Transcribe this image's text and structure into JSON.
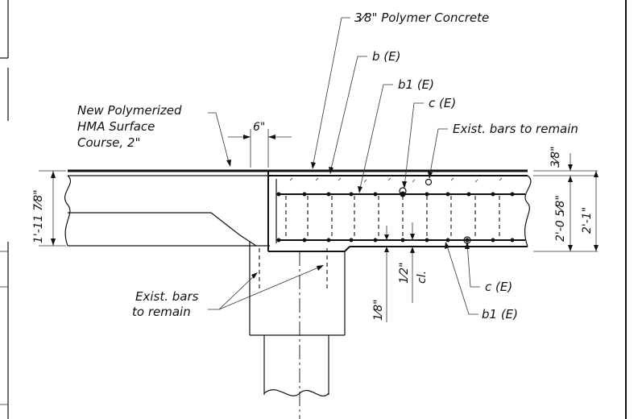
{
  "labels": {
    "polymer_concrete": "3⁄8\" Polymer Concrete",
    "b_e": "b (E)",
    "b1_e_top": "b1 (E)",
    "c_e_top": "c (E)",
    "exist_bars_top": "Exist. bars to remain",
    "new_hma_line1": "New Polymerized",
    "new_hma_line2": "HMA Surface",
    "new_hma_line3": "Course, 2\"",
    "exist_bars_left_line1": "Exist. bars",
    "exist_bars_left_line2": "to remain",
    "c_e_bottom": "c (E)",
    "b1_e_bottom": "b1 (E)"
  },
  "dimensions": {
    "six_inch": "6\"",
    "left_depth": "1'-11 7⁄8\"",
    "right_depth_inner": "2'-0 5⁄8\"",
    "right_depth_total": "2'-1\"",
    "overlay_thickness": "3⁄8\"",
    "one_eighth": "1⁄8\"",
    "half_inch": "1⁄2\"",
    "clearance": "cl."
  },
  "colors": {
    "ink": "#111111",
    "paper": "#ffffff"
  }
}
